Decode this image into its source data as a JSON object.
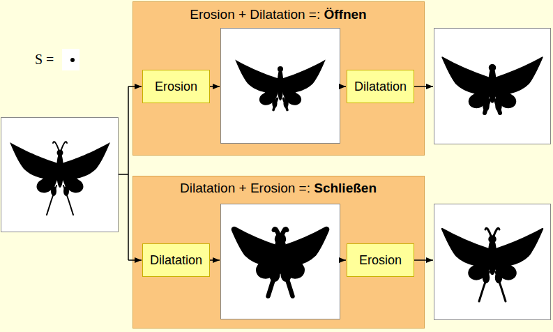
{
  "diagram": {
    "nodes": [
      {
        "text": [
          "Erosion + Dilatation =: Öffnen"
        ]
      },
      {
        "text": [
          "Erosion"
        ],
        "in": 0
      },
      {
        "text": [
          "Dilatation"
        ],
        "in": 0
      },
      {
        "text": [
          "Dilatation + Erosion =: Schließen"
        ]
      },
      {
        "text": [
          "Dilatation"
        ],
        "in": 3
      },
      {
        "text": [
          "Erosion"
        ],
        "in": 3
      }
    ],
    "labels": [
      "S ="
    ]
  }
}
